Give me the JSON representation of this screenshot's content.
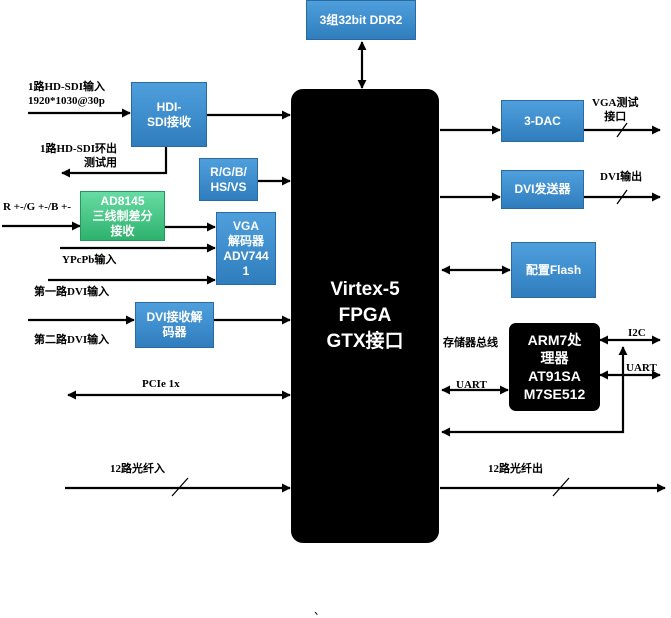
{
  "blocks": {
    "ddr2": "3组32bit DDR2",
    "hdi_sdi": "HDI-\nSDI接收",
    "rgbhs": "R/G/B/\nHS/VS",
    "ad8145": "AD8145\n三线制差分\n接收",
    "vga_decoder": "VGA\n解码器\nADV744\n1",
    "dvi_rx": "DVI接收解\n码器",
    "fpga": "Virtex-5\nFPGA\nGTX接口",
    "dac": "3-DAC",
    "dvi_tx": "DVI发送器",
    "flash": "配置Flash",
    "arm": "ARM7处\n理器\nAT91SA\nM7SE512"
  },
  "labels": {
    "hd_sdi_in": "1路HD-SDI输入\n1920*1030@30p",
    "hd_sdi_loop": "1路HD-SDI环出\n测试用",
    "rgb_in": "R +-/G +-/B +-",
    "ypbpr_in": "YPcPb输入",
    "dvi_in_1": "第一路DVI输入",
    "dvi_in_2": "第二路DVI输入",
    "pcie": "PCIe 1x",
    "fiber_in": "12路光纤入",
    "vga_test": "VGA测试\n接口",
    "dvi_out": "DVI输出",
    "mem_bus": "存储器总线",
    "uart_fpga": "UART",
    "i2c": "I2C",
    "uart_ext": "UART",
    "fiber_out": "12路光纤出",
    "stray_mark": "、"
  }
}
